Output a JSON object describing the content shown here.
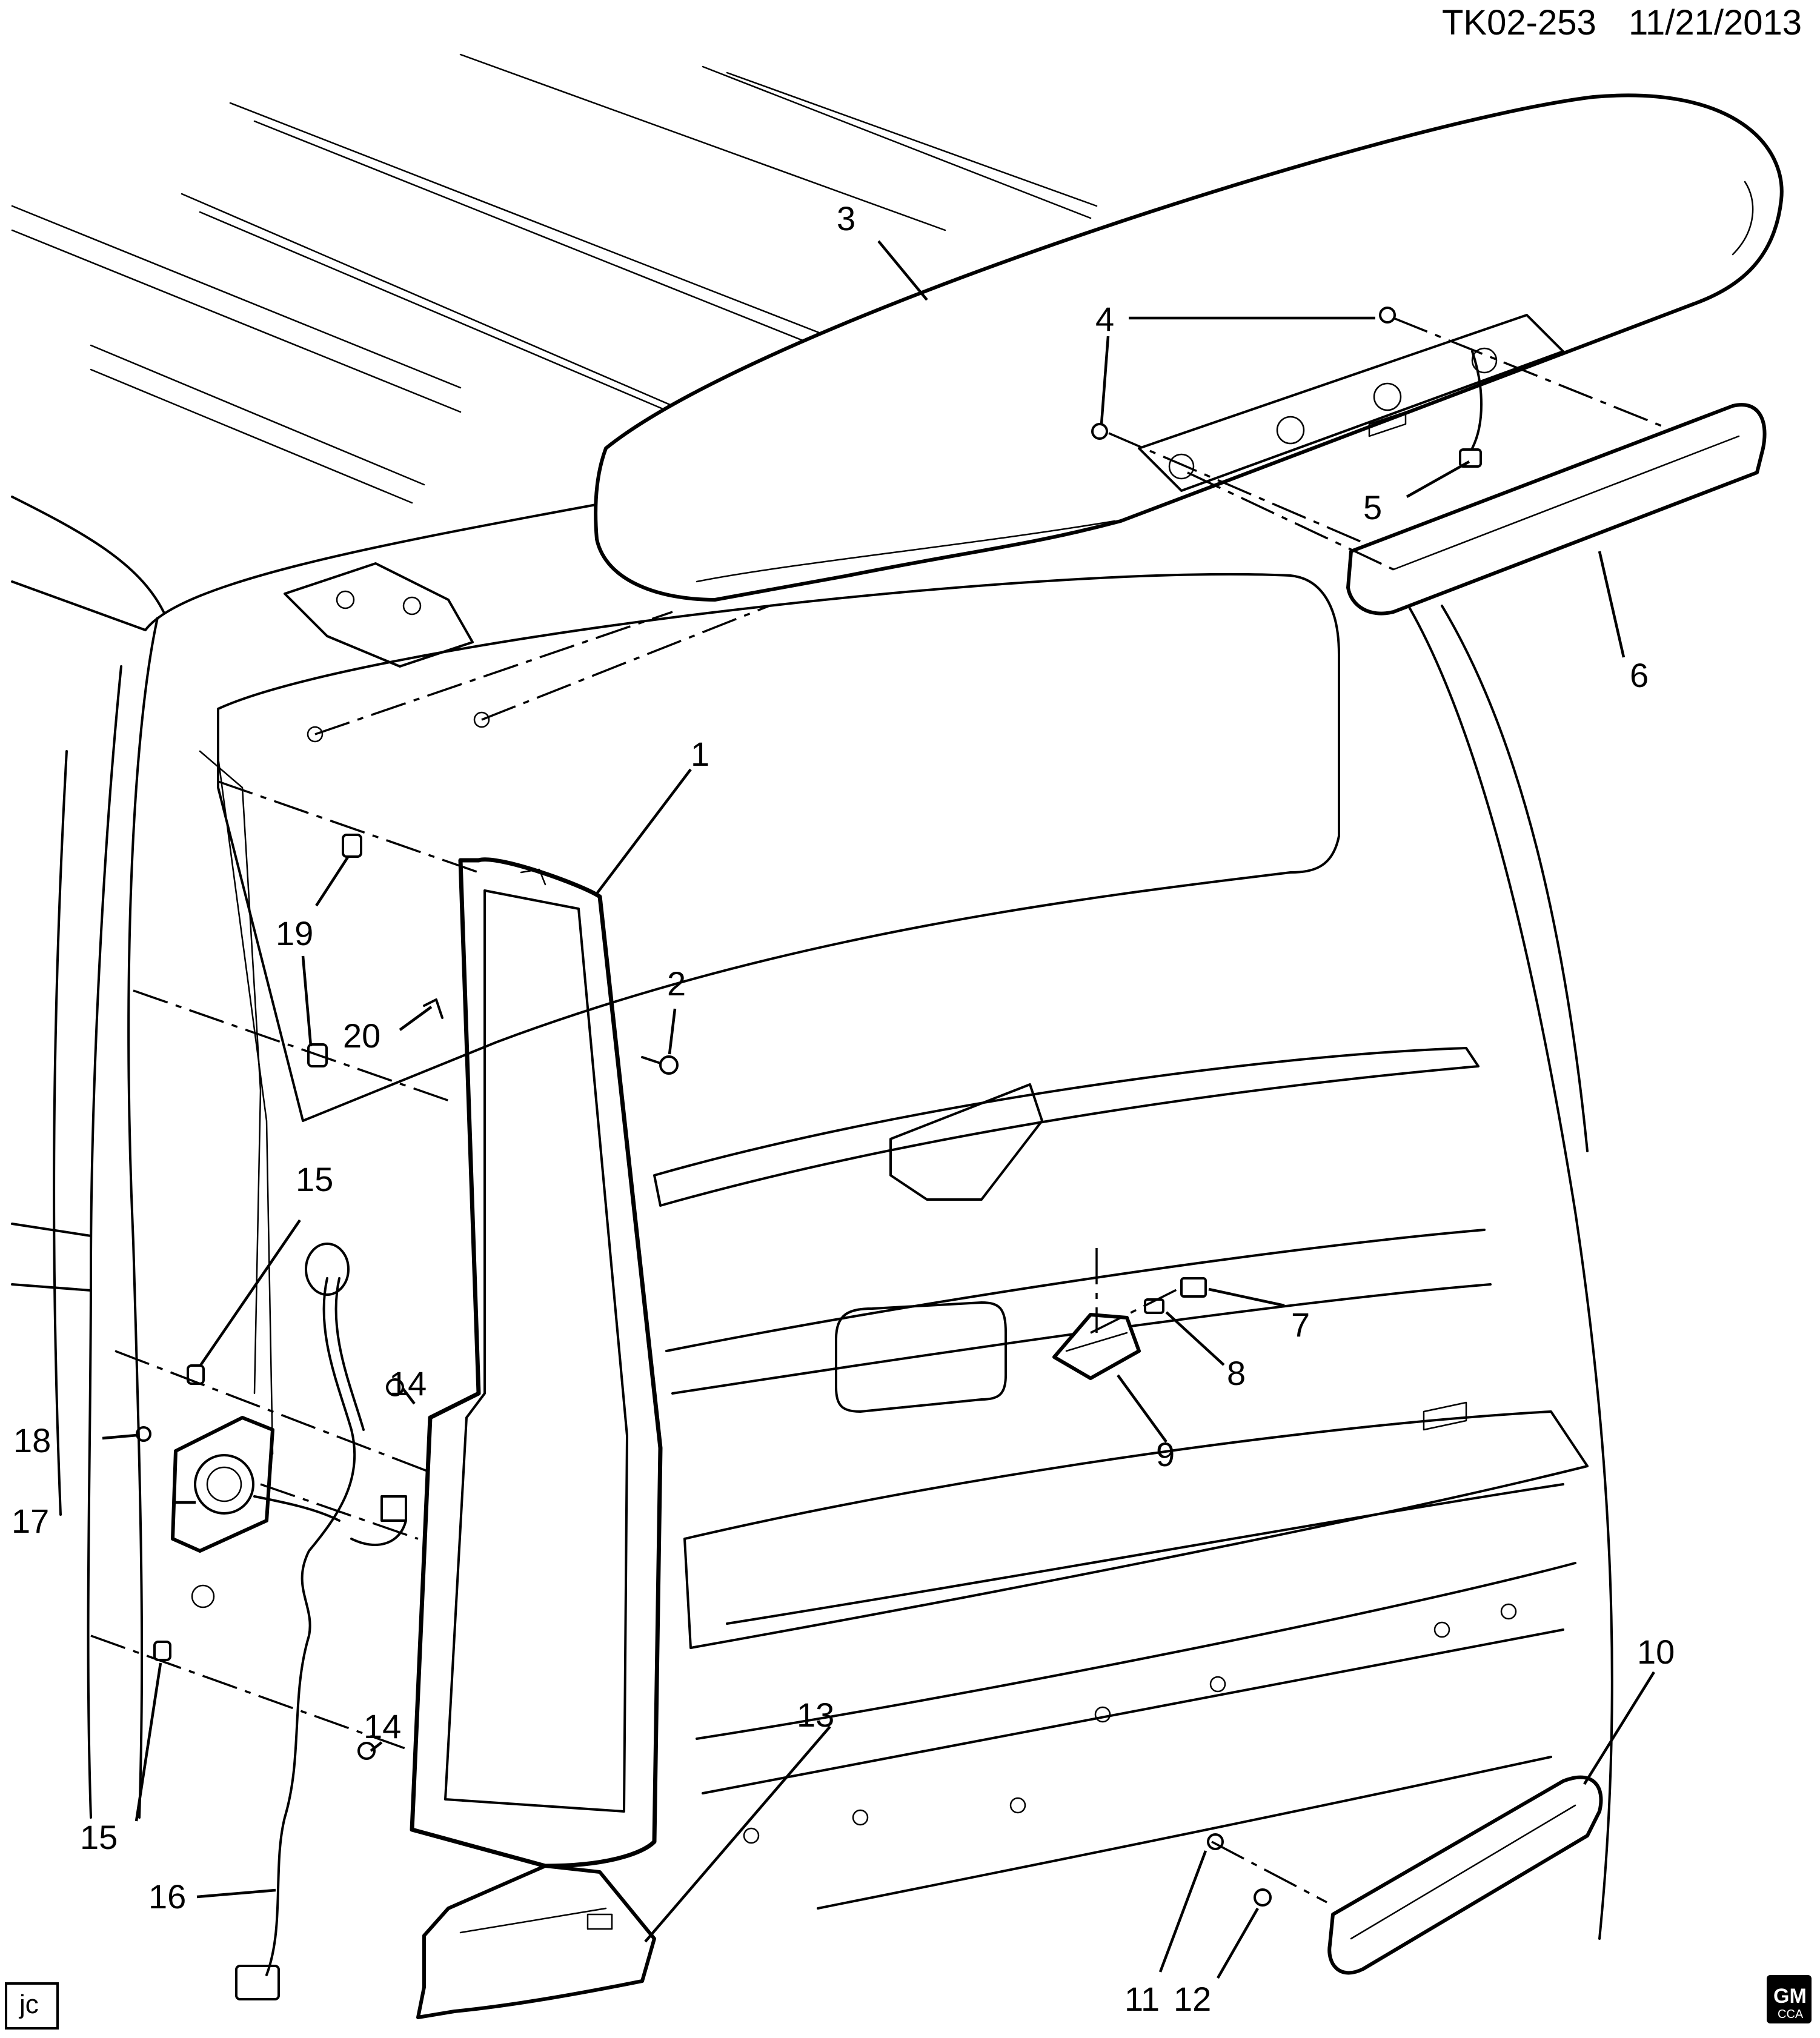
{
  "header": {
    "code": "TK02-253",
    "date": "11/21/2013"
  },
  "callouts": [
    {
      "id": "c1",
      "label": "1"
    },
    {
      "id": "c2",
      "label": "2"
    },
    {
      "id": "c3",
      "label": "3"
    },
    {
      "id": "c4",
      "label": "4"
    },
    {
      "id": "c5",
      "label": "5"
    },
    {
      "id": "c6",
      "label": "6"
    },
    {
      "id": "c7",
      "label": "7"
    },
    {
      "id": "c8",
      "label": "8"
    },
    {
      "id": "c9",
      "label": "9"
    },
    {
      "id": "c10",
      "label": "10"
    },
    {
      "id": "c11",
      "label": "11"
    },
    {
      "id": "c12",
      "label": "12"
    },
    {
      "id": "c13",
      "label": "13"
    },
    {
      "id": "c14a",
      "label": "14"
    },
    {
      "id": "c14b",
      "label": "14"
    },
    {
      "id": "c15a",
      "label": "15"
    },
    {
      "id": "c15b",
      "label": "15"
    },
    {
      "id": "c16",
      "label": "16"
    },
    {
      "id": "c17",
      "label": "17"
    },
    {
      "id": "c18",
      "label": "18"
    },
    {
      "id": "c19",
      "label": "19"
    },
    {
      "id": "c20",
      "label": "20"
    }
  ],
  "footer": {
    "initials": "jc",
    "logo_main": "GM",
    "logo_sub": "CCA"
  }
}
